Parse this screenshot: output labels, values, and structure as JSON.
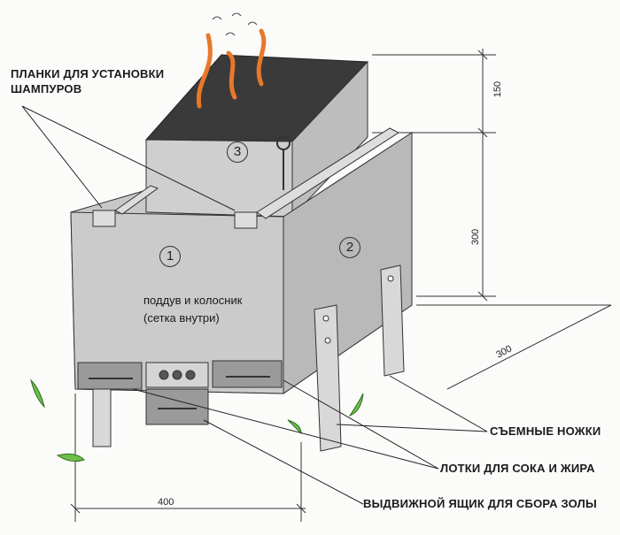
{
  "labels": {
    "skewer_bars": [
      "ПЛАНКИ ДЛЯ УСТАНОВКИ",
      "ШАМПУРОВ"
    ],
    "removable_legs": "СЪЕМНЫЕ НОЖКИ",
    "juice_trays": "ЛОТКИ ДЛЯ СОКА И ЖИРА",
    "ash_drawer": "ВЫДВИЖНОЙ ЯЩИК ДЛЯ СБОРА ЗОЛЫ",
    "blower": [
      "поддув и колосник",
      "(сетка внутри)"
    ]
  },
  "sections": [
    "1",
    "2",
    "3"
  ],
  "dimensions": {
    "top_height": "150",
    "body_height": "300",
    "depth": "300",
    "width": "400"
  },
  "colors": {
    "metal": "#c9c9c9",
    "metal_side": "#b8b8b8",
    "top": "#3a3a3a",
    "flame": "#e8782a",
    "grass": "#6cc04a"
  }
}
